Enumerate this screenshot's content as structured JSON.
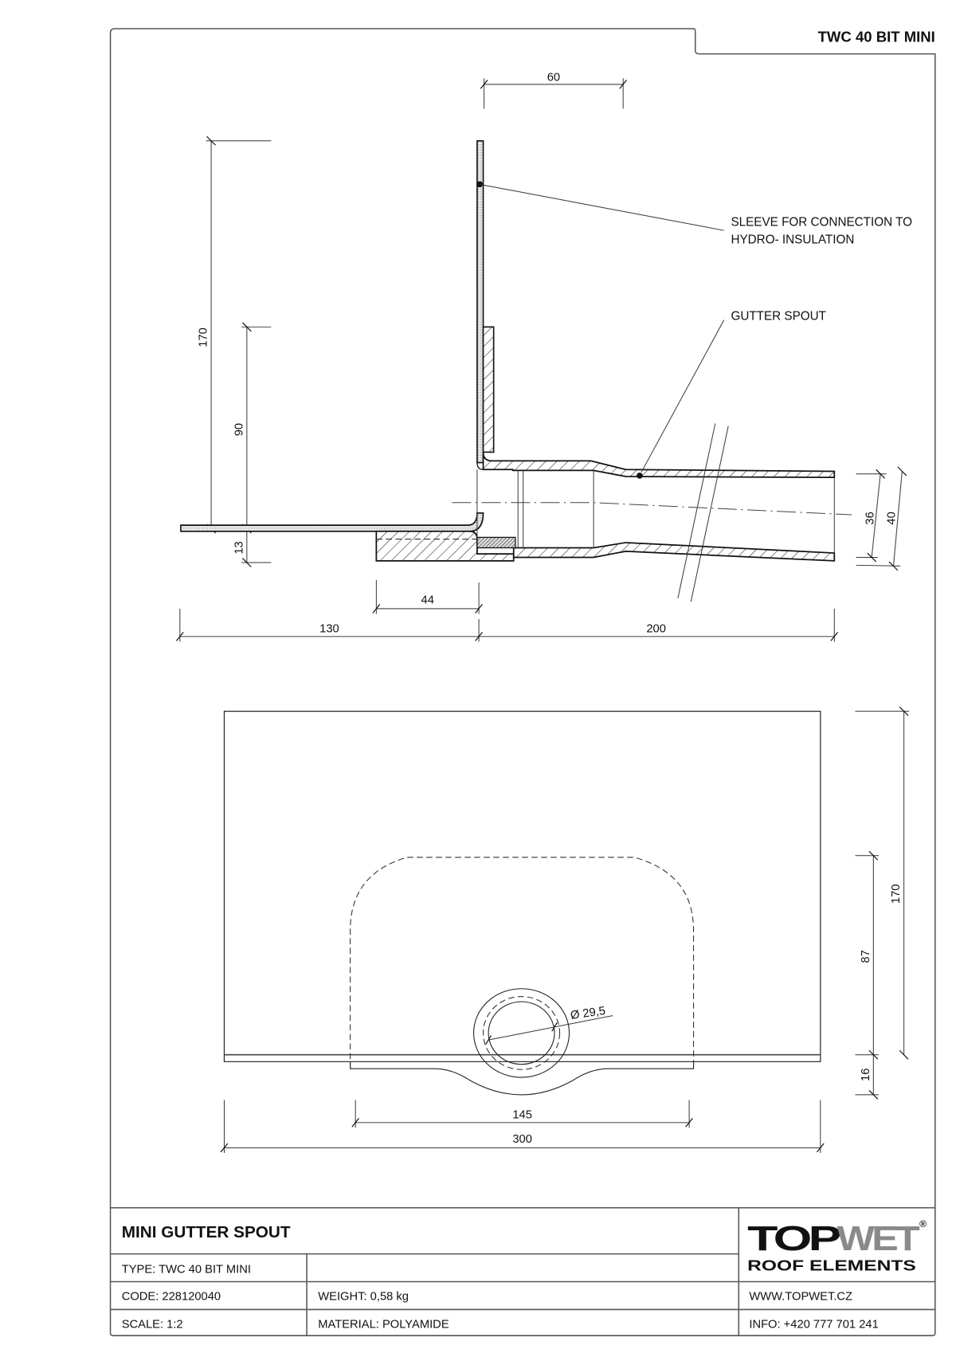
{
  "sheet": {
    "header_code": "TWC 40 BIT MINI"
  },
  "section_view": {
    "dimensions": {
      "top_width": "60",
      "height_total": "170",
      "height_sleeve": "90",
      "flange_offset": "13",
      "step_width": "44",
      "left_length": "130",
      "right_length": "200",
      "inner_diameter": "36",
      "outer_diameter": "40"
    },
    "callouts": {
      "sleeve_line1": "SLEEVE FOR CONNECTION TO",
      "sleeve_line2": "HYDRO- INSULATION",
      "gutter_spout": "GUTTER SPOUT"
    }
  },
  "plan_view": {
    "dimensions": {
      "diameter": "Ø 29,5",
      "height_total": "170",
      "height_outlet": "87",
      "lip": "16",
      "inner_width": "145",
      "total_width": "300"
    }
  },
  "title_block": {
    "title": "MINI GUTTER SPOUT",
    "type": "TYPE: TWC 40 BIT MINI",
    "code": "CODE: 228120040",
    "weight": "WEIGHT:  0,58 kg",
    "scale": "SCALE: 1:2",
    "material": "MATERIAL: POLYAMIDE",
    "website": "WWW.TOPWET.CZ",
    "info": "INFO: +420 777 701 241",
    "logo": {
      "word_dark": "TOP",
      "word_grey": "WET",
      "registered": "®",
      "tagline": "ROOF ELEMENTS",
      "color_dark": "#111111",
      "color_grey": "#8a8a8a"
    }
  }
}
